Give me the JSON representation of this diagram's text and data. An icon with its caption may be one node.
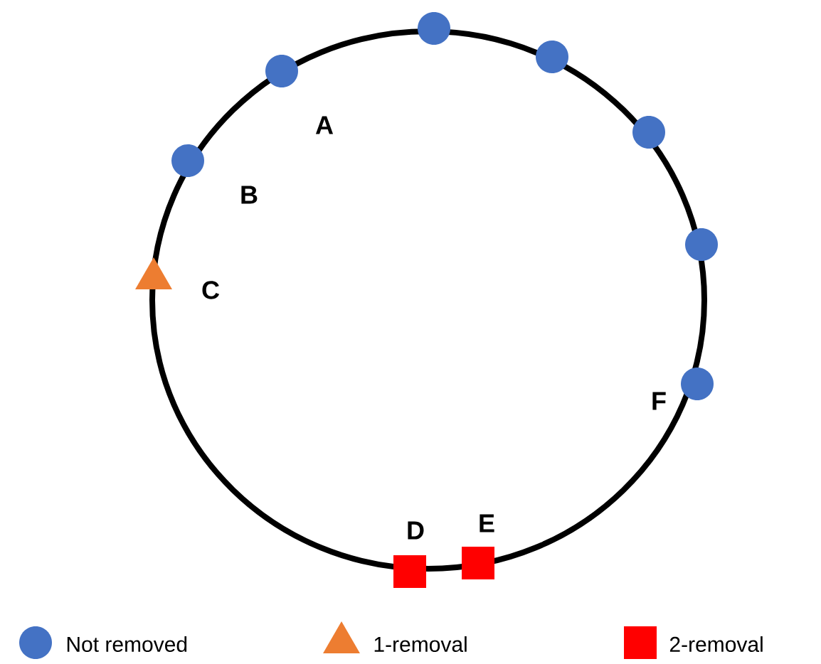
{
  "diagram": {
    "nodes": [
      {
        "text": [],
        "shape": "circle",
        "beside": [
          "A"
        ]
      },
      {
        "text": [],
        "shape": "circle"
      },
      {
        "text": [],
        "shape": "circle"
      },
      {
        "text": [],
        "shape": "circle"
      },
      {
        "text": [],
        "shape": "circle"
      },
      {
        "text": [],
        "shape": "circle",
        "beside": [
          "F"
        ]
      },
      {
        "text": [],
        "shape": "circle",
        "beside": [
          "B"
        ]
      },
      {
        "text": [],
        "shape": "triangle",
        "beside": [
          "C"
        ]
      },
      {
        "text": [],
        "shape": "box",
        "beside": [
          "D"
        ]
      },
      {
        "text": [],
        "shape": "box",
        "beside": [
          "E"
        ]
      }
    ],
    "legend": [
      {
        "text": "Not removed",
        "color": "#4472c4"
      },
      {
        "text": "1-removal",
        "color": "#ed7d31"
      },
      {
        "text": "2-removal",
        "color": "#ff0000"
      }
    ]
  }
}
